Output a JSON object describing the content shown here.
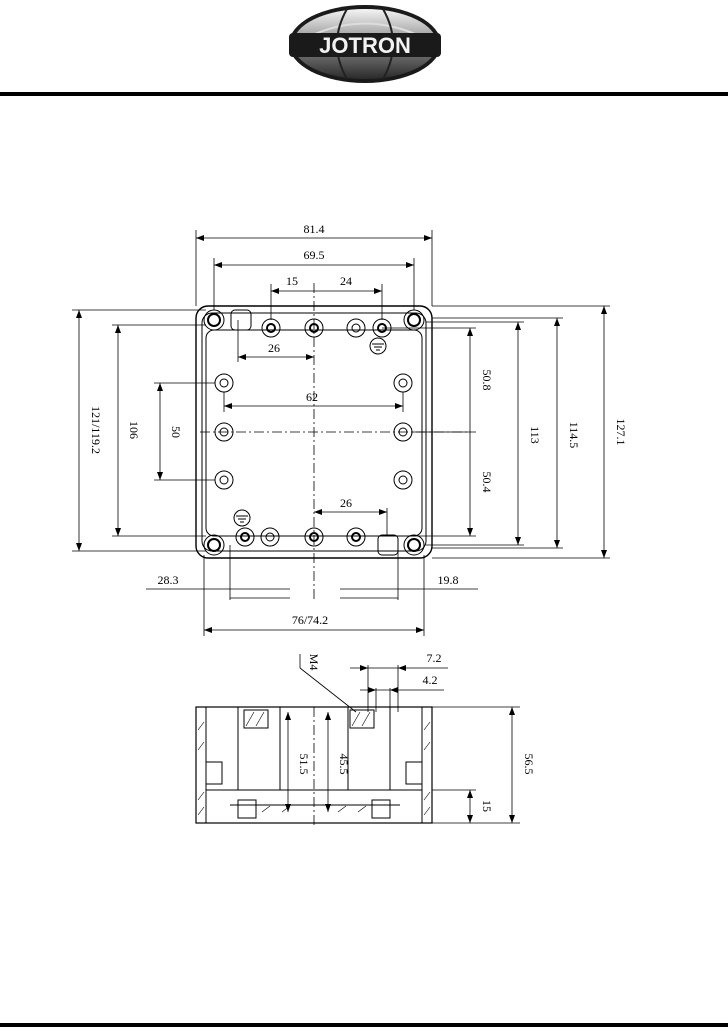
{
  "header": {
    "logo_text": "JOTRON"
  },
  "top_view": {
    "dims": {
      "overall_width": "81.4",
      "hole_span_outer": "69.5",
      "hole_left_offset": "15",
      "hole_right_offset": "24",
      "top_inner_26": "26",
      "inner_62": "62",
      "bottom_inner_26": "26",
      "left_121": "121/119.2",
      "left_106": "106",
      "left_50": "50",
      "right_50_8": "50.8",
      "right_50_4": "50.4",
      "right_113": "113",
      "right_114_5": "114.5",
      "right_127_1": "127.1",
      "bottom_28_3": "28.3",
      "bottom_19_8": "19.8",
      "bottom_76": "76/74.2"
    }
  },
  "section_view": {
    "dims": {
      "m4": "M4",
      "d7_2": "7.2",
      "d4_2": "4.2",
      "d51_5": "51.5",
      "d45_5": "45.5",
      "d56_5": "56.5",
      "d15": "15"
    }
  }
}
